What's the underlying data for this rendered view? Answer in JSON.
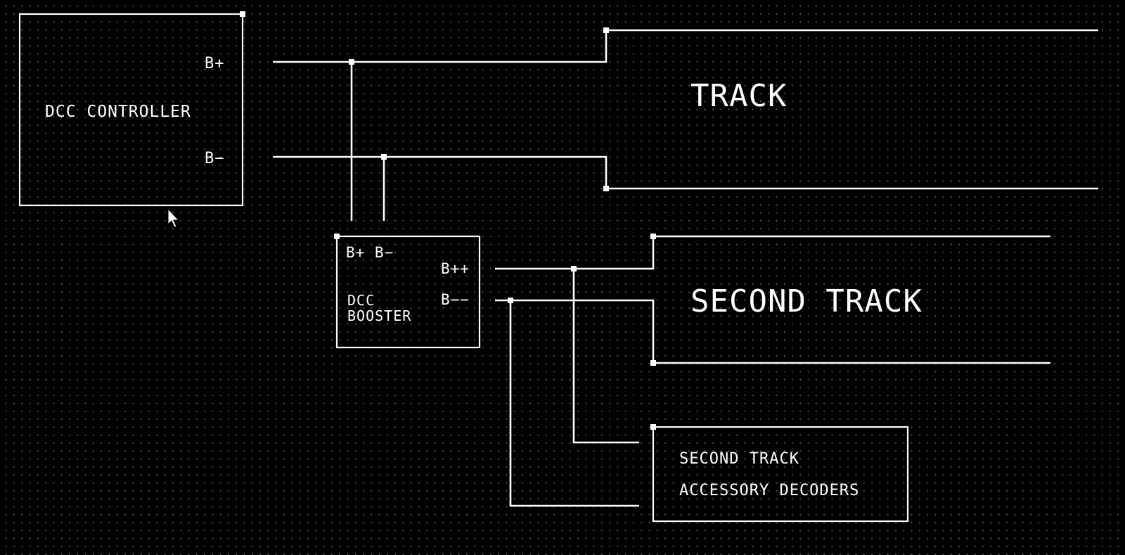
{
  "diagram": {
    "controller": {
      "label": "DCC CONTROLLER",
      "pin_pos": "B+",
      "pin_neg": "B−"
    },
    "booster": {
      "pins_in": "B+ B−",
      "pin_pos": "B++",
      "pin_neg": "B−−",
      "label_line1": "DCC",
      "label_line2": "BOOSTER"
    },
    "track1": {
      "label": "TRACK"
    },
    "track2": {
      "label": "SECOND TRACK"
    },
    "decoders": {
      "label_line1": "SECOND TRACK",
      "label_line2": "ACCESSORY DECODERS"
    }
  },
  "colors": {
    "background": "#000000",
    "line": "#ffffff",
    "grid_dot": "#5a5a5a"
  },
  "cursor": {
    "icon": "arrow-cursor-icon"
  }
}
